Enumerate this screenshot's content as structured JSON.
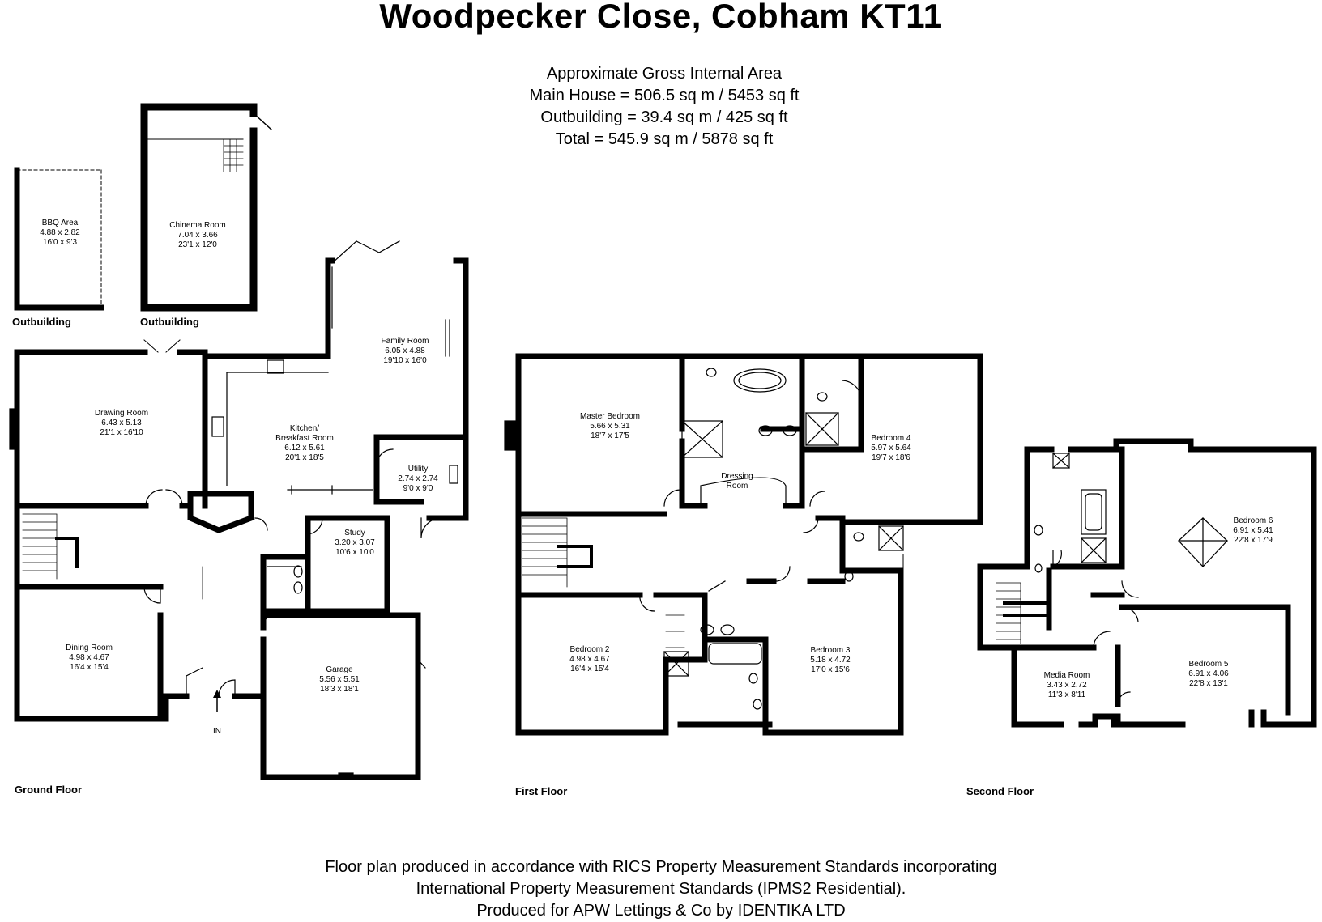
{
  "title": "Woodpecker Close, Cobham  KT11",
  "area": {
    "heading": "Approximate Gross Internal Area",
    "main_house": "Main House = 506.5 sq m / 5453 sq ft",
    "outbuilding": "Outbuilding = 39.4 sq m / 425 sq ft",
    "total": "Total = 545.9 sq m / 5878 sq ft"
  },
  "outbuilding_labels": [
    "Outbuilding",
    "Outbuilding"
  ],
  "floors": {
    "ground": "Ground Floor",
    "first": "First Floor",
    "second": "Second Floor"
  },
  "entrance_label": "IN",
  "rooms": {
    "bbq": {
      "name": "BBQ  Area",
      "metric": "4.88 x 2.82",
      "imperial": "16'0 x 9'3"
    },
    "cinema": {
      "name": "Chinema Room",
      "metric": "7.04 x 3.66",
      "imperial": "23'1 x 12'0"
    },
    "family": {
      "name": "Family Room",
      "metric": "6.05 x 4.88",
      "imperial": "19'10 x 16'0"
    },
    "drawing": {
      "name": "Drawing Room",
      "metric": "6.43 x 5.13",
      "imperial": "21'1 x 16'10"
    },
    "kitchen": {
      "name": "Kitchen/",
      "name2": "Breakfast Room",
      "metric": "6.12 x 5.61",
      "imperial": "20'1 x 18'5"
    },
    "utility": {
      "name": "Utility",
      "metric": "2.74 x 2.74",
      "imperial": "9'0 x 9'0"
    },
    "study": {
      "name": "Study",
      "metric": "3.20 x 3.07",
      "imperial": "10'6 x 10'0"
    },
    "dining": {
      "name": "Dining Room",
      "metric": "4.98 x 4.67",
      "imperial": "16'4 x 15'4"
    },
    "garage": {
      "name": "Garage",
      "metric": "5.56 x 5.51",
      "imperial": "18'3 x 18'1"
    },
    "master": {
      "name": "Master Bedroom",
      "metric": "5.66 x 5.31",
      "imperial": "18'7 x 17'5"
    },
    "dressing": {
      "name": "Dressing",
      "name2": "Room"
    },
    "bed4": {
      "name": "Bedroom 4",
      "metric": "5.97 x 5.64",
      "imperial": "19'7 x 18'6"
    },
    "bed2": {
      "name": "Bedroom 2",
      "metric": "4.98 x 4.67",
      "imperial": "16'4 x 15'4"
    },
    "bed3": {
      "name": "Bedroom 3",
      "metric": "5.18 x 4.72",
      "imperial": "17'0 x 15'6"
    },
    "bed6": {
      "name": "Bedroom 6",
      "metric": "6.91 x 5.41",
      "imperial": "22'8 x 17'9"
    },
    "media": {
      "name": "Media Room",
      "metric": "3.43 x 2.72",
      "imperial": "11'3 x 8'11"
    },
    "bed5": {
      "name": "Bedroom 5",
      "metric": "6.91 x 4.06",
      "imperial": "22'8 x 13'1"
    }
  },
  "footer": {
    "line1": "Floor plan produced in accordance with RICS Property Measurement Standards incorporating",
    "line2": "International Property Measurement Standards (IPMS2 Residential).",
    "line3": "Produced for APW Lettings & Co by IDENTIKA LTD"
  }
}
